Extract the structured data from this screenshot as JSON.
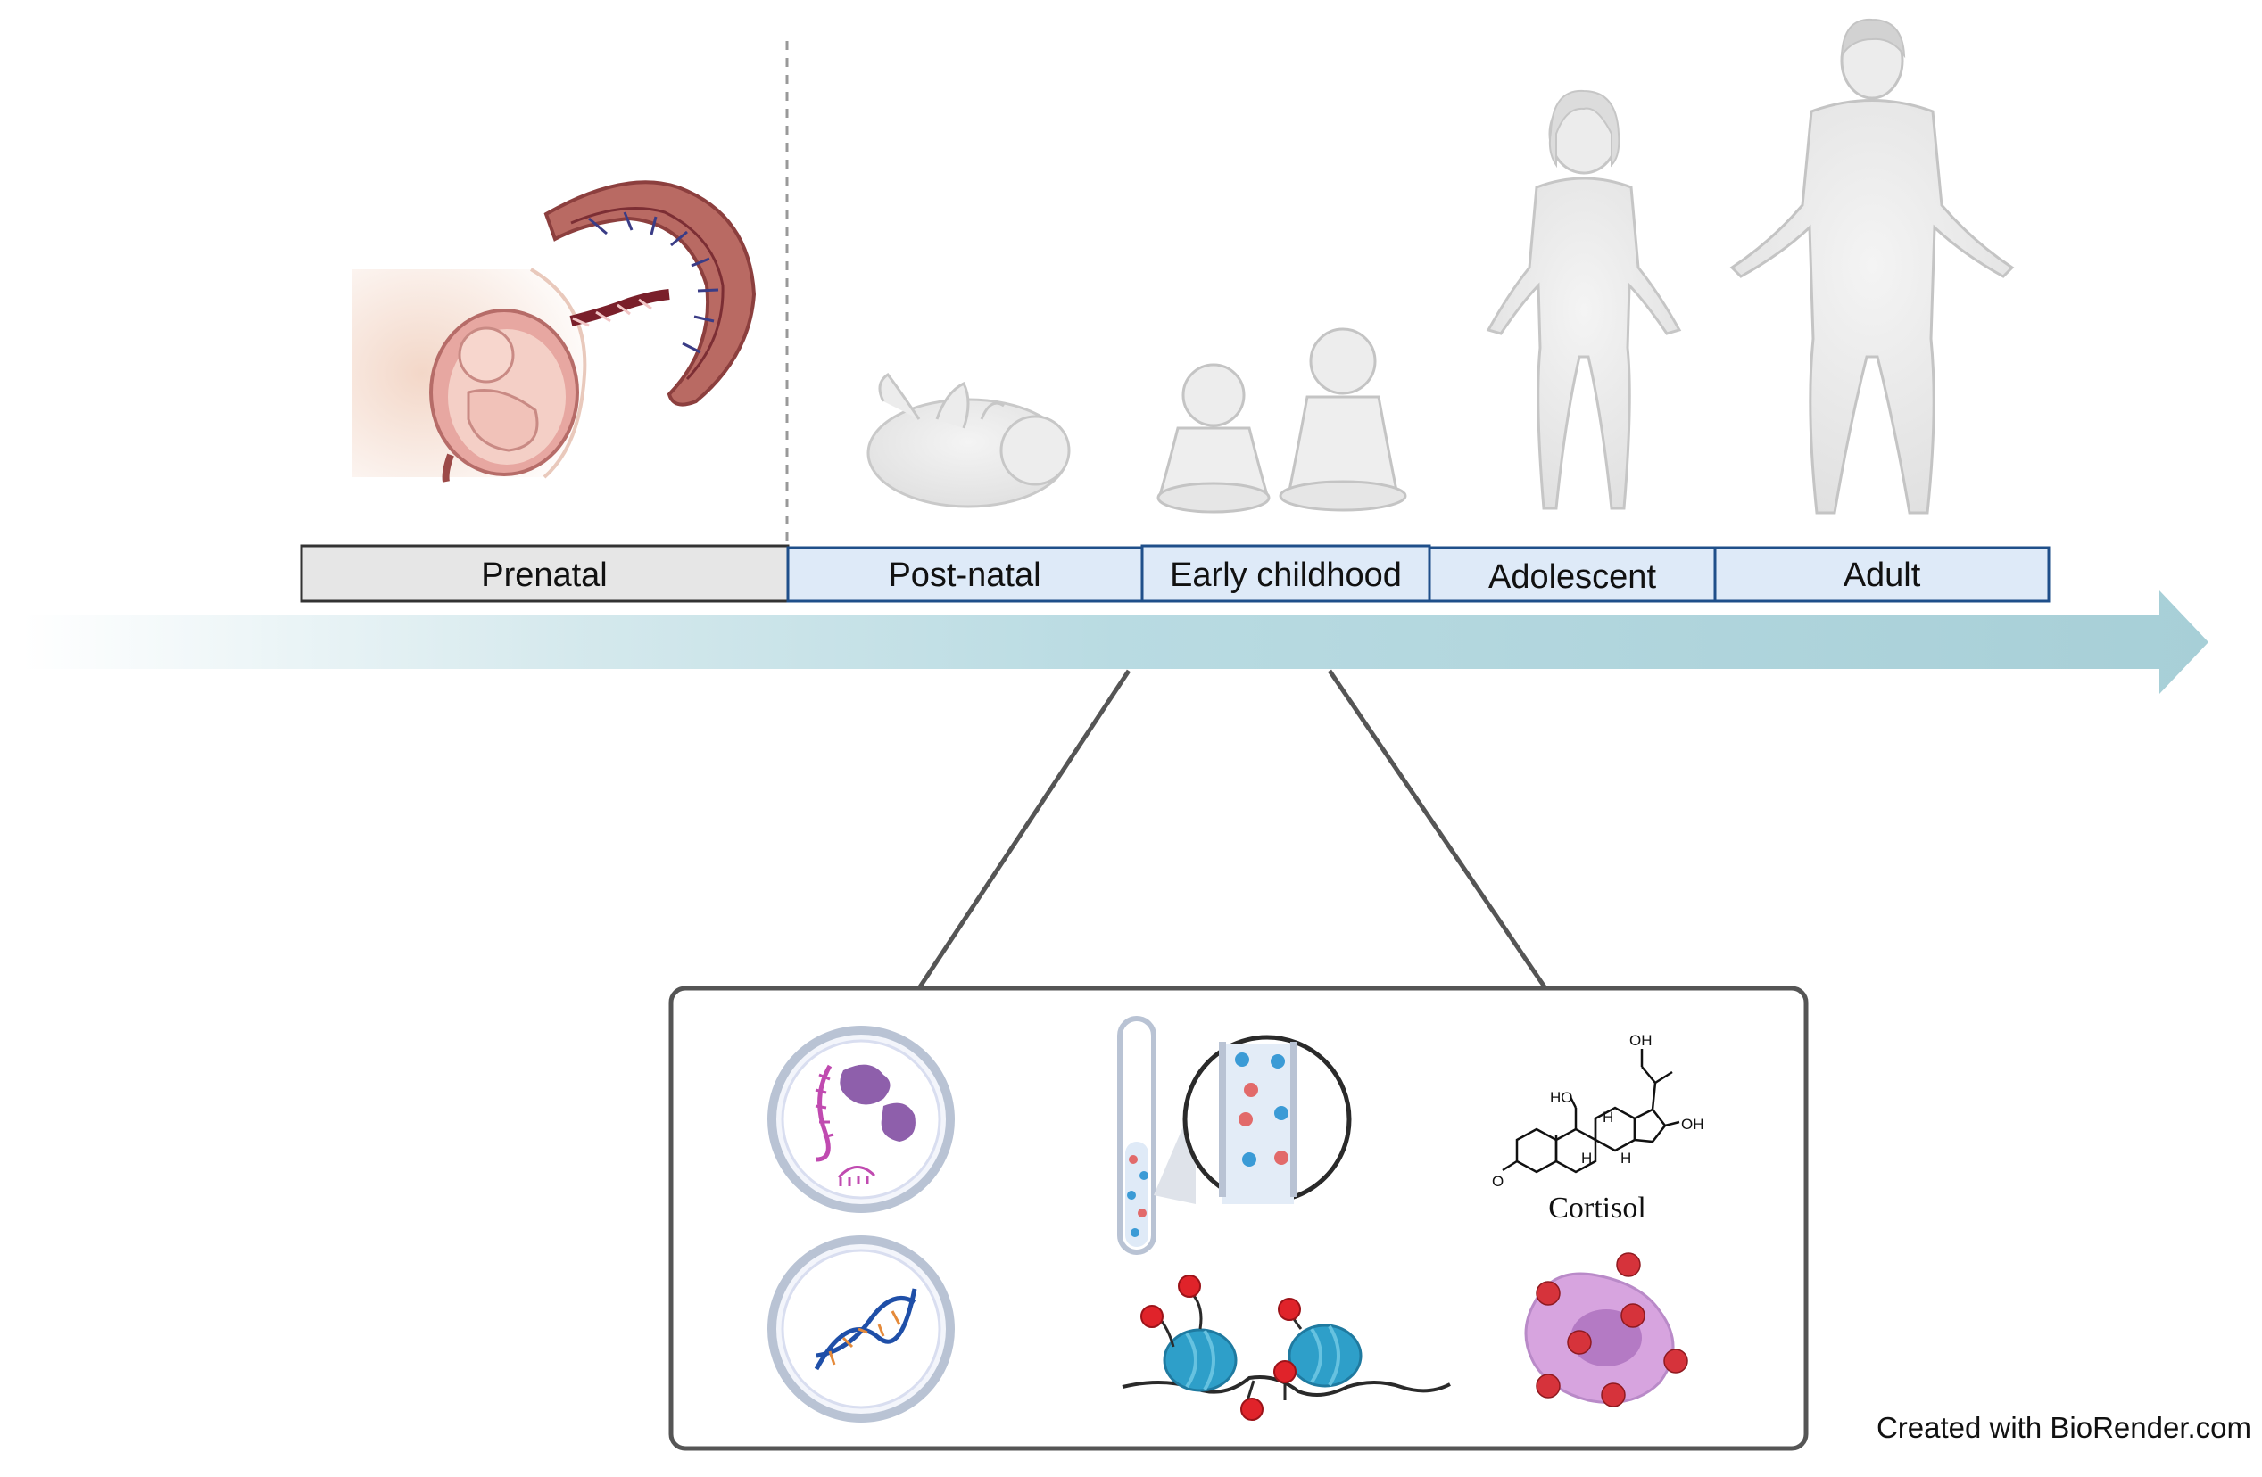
{
  "timeline": {
    "stages": [
      {
        "label": "Prenatal"
      },
      {
        "label": "Post-natal"
      },
      {
        "label": "Early childhood"
      },
      {
        "label": "Adolescent"
      },
      {
        "label": "Adult"
      }
    ]
  },
  "panel": {
    "molecule_label": "Cortisol",
    "atom_labels": {
      "oh_top": "OH",
      "oh_right": "OH",
      "ho_left": "HO",
      "oxygen": "O",
      "h1": "H",
      "h2": "H",
      "h3": "H"
    }
  },
  "colors": {
    "arrow": "#a9d0d8",
    "stage_fill_prenatal": "#e6e6e6",
    "stage_fill_postnatal": "#deeaf8",
    "stage_border_blue": "#1f4f8a",
    "panel_border": "#555555",
    "placenta": "#b5645f",
    "fetus_skin": "#f0c8bf",
    "human_silhouette": "#ececec",
    "purple": "#9b64b4",
    "histone": "#2f9fc9",
    "red_mark": "#e0232a"
  },
  "icons": [
    "pregnancy-placenta-icon",
    "newborn-icon",
    "two-babies-icon",
    "adolescent-figure-icon",
    "adult-figure-icon",
    "rna-protein-cell-icon",
    "dna-cell-icon",
    "blood-tube-icon",
    "histone-methylation-icon",
    "cortisol-molecule-icon",
    "oxidative-stress-cell-icon"
  ],
  "footer": {
    "credit": "Created with BioRender.com"
  }
}
